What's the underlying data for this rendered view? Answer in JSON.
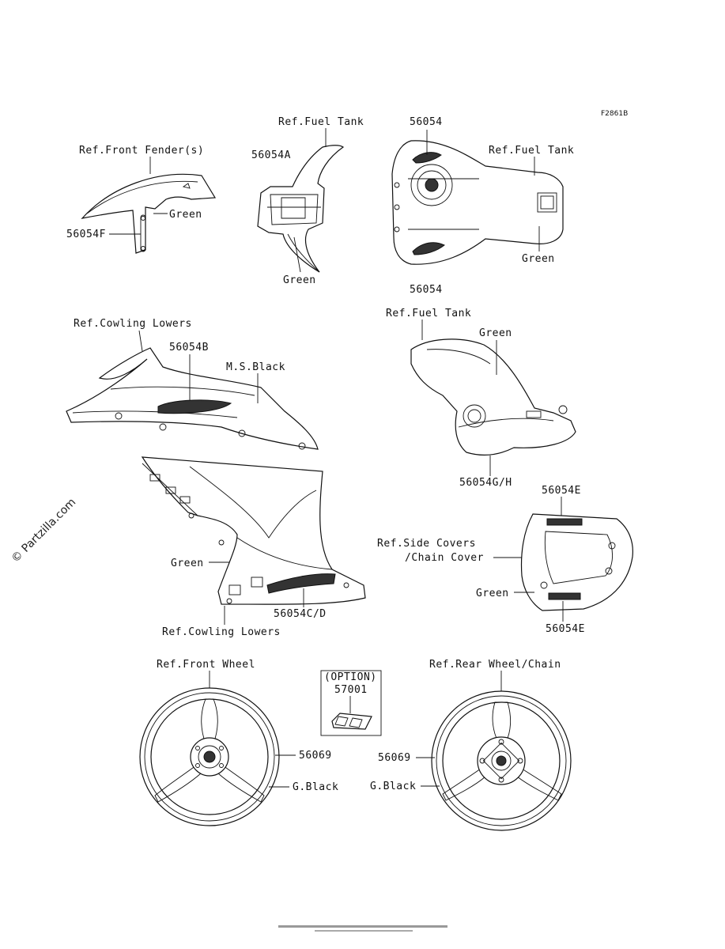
{
  "diagram": {
    "figure_code": "F2861B",
    "watermark": "© Partzilla.com",
    "labels": {
      "front_fender_ref": "Ref.Front Fender(s)",
      "fender_green": "Green",
      "p56054F": "56054F",
      "fuel_tank_ref_top": "Ref.Fuel Tank",
      "p56054A": "56054A",
      "tank_cover_green": "Green",
      "tank_top_56054_a": "56054",
      "tank_top_ref": "Ref.Fuel Tank",
      "tank_top_green": "Green",
      "tank_top_56054_b": "56054",
      "cowling_lowers_ref_top": "Ref.Cowling Lowers",
      "p56054B": "56054B",
      "ms_black": "M.S.Black",
      "fuel_tank_ref_side": "Ref.Fuel Tank",
      "tank_side_green": "Green",
      "p56054GH": "56054G/H",
      "p56054E_top": "56054E",
      "side_covers_ref_1": "Ref.Side Covers",
      "side_covers_ref_2": "/Chain Cover",
      "side_cover_green": "Green",
      "p56054E_bottom": "56054E",
      "cowl_green": "Green",
      "p56054CD": "56054C/D",
      "cowling_lowers_ref_bottom": "Ref.Cowling Lowers",
      "front_wheel_ref": "Ref.Front Wheel",
      "front_56069": "56069",
      "front_gblack": "G.Black",
      "option": "(OPTION)",
      "p57001": "57001",
      "rear_wheel_ref": "Ref.Rear Wheel/Chain",
      "rear_56069": "56069",
      "rear_gblack": "G.Black"
    }
  }
}
